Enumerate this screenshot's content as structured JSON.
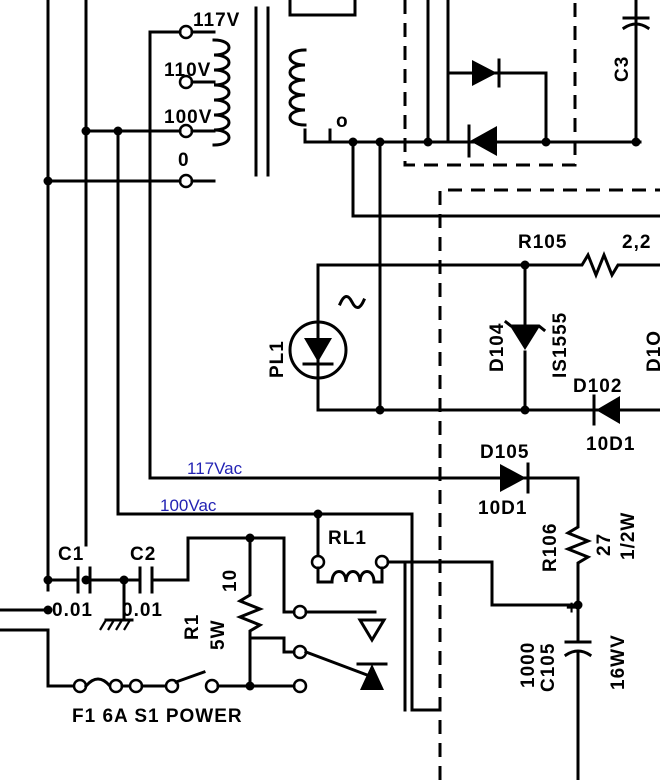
{
  "labels": {
    "tap_117": "117V",
    "tap_110": "110V",
    "tap_100": "100V",
    "tap_0": "0",
    "secondary_0": "o",
    "c3": "C3",
    "r105": "R105",
    "r105_val": "2,2",
    "d104": "D104",
    "d104_part": "IS1555",
    "pl1": "PL1",
    "d102": "D102",
    "d102_part": "10D1",
    "d101": "D1O",
    "d105": "D105",
    "d105_part": "10D1",
    "rl1": "RL1",
    "r106": "R106",
    "r106_val": "27",
    "r106_watt": "1/2W",
    "c105": "C105",
    "c105_val": "1000",
    "c105_plus": "+",
    "c105_volt": "16WV",
    "c1": "C1",
    "c1_val": "0.01",
    "c2": "C2",
    "c2_val": "0.01",
    "r1": "R1",
    "r1_watt": "5W",
    "r1_val": "10",
    "bottom": "F1  6A  S1  POWER"
  },
  "annotations": {
    "vac117": "117Vac",
    "vac100": "100Vac"
  }
}
